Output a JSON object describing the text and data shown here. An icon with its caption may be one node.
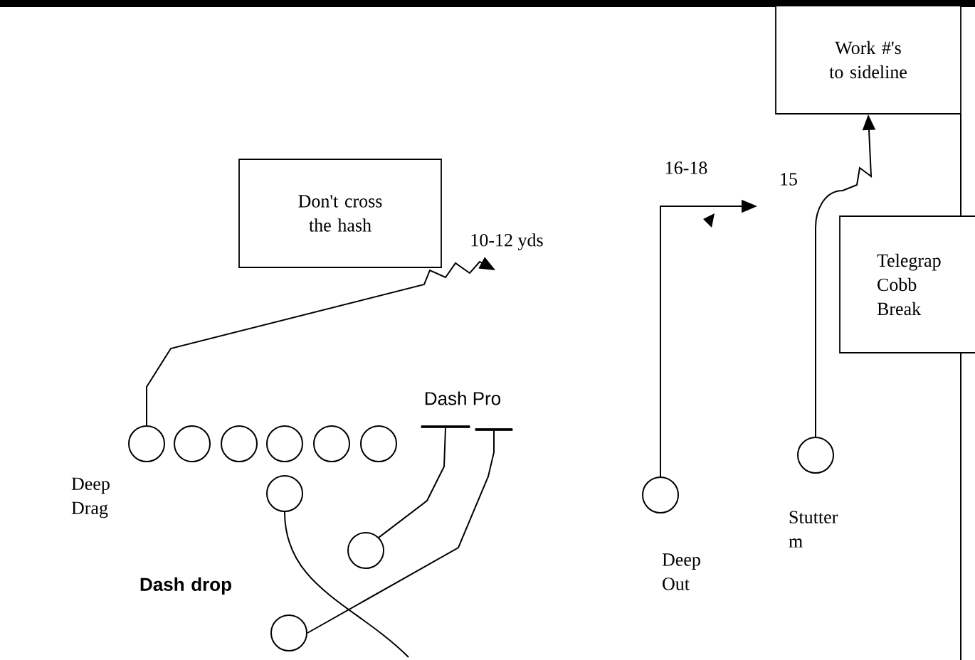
{
  "diagram": {
    "nodes": [
      {
        "text": [
          "Don't cross the hash"
        ]
      },
      {
        "text": [
          "Work #'s to sideline"
        ]
      },
      {
        "text": [
          "Telegrap Cobb Break"
        ]
      },
      {
        "text": [],
        "shape": "circle",
        "beside": [
          "Deep Drag"
        ]
      },
      {
        "text": [],
        "shape": "circle"
      },
      {
        "text": [],
        "shape": "circle"
      },
      {
        "text": [],
        "shape": "circle"
      },
      {
        "text": [],
        "shape": "circle"
      },
      {
        "text": [],
        "shape": "circle"
      },
      {
        "text": [],
        "shape": "circle"
      },
      {
        "text": [],
        "shape": "circle"
      },
      {
        "text": [],
        "shape": "circle",
        "beside": [
          "Dash drop"
        ]
      },
      {
        "text": [],
        "shape": "circle",
        "beside": [
          "Deep Out"
        ]
      },
      {
        "text": [],
        "shape": "circle",
        "beside": [
          "Stutter m"
        ]
      },
      {
        "text": [],
        "shape": "bar"
      },
      {
        "text": [],
        "shape": "bar"
      }
    ],
    "edges": [
      {
        "from": 3,
        "to": null,
        "arrow": "to",
        "label": "10-12 yds"
      },
      {
        "from": 9,
        "to": null,
        "arrow": "none"
      },
      {
        "from": 10,
        "to": 14,
        "arrow": "none"
      },
      {
        "from": 11,
        "to": 15,
        "arrow": "none"
      },
      {
        "from": 12,
        "to": null,
        "arrow": "to",
        "label": "16-18"
      },
      {
        "from": 13,
        "to": 1,
        "arrow": "to",
        "label": "15"
      }
    ],
    "labels": [
      "Dash Pro"
    ]
  }
}
